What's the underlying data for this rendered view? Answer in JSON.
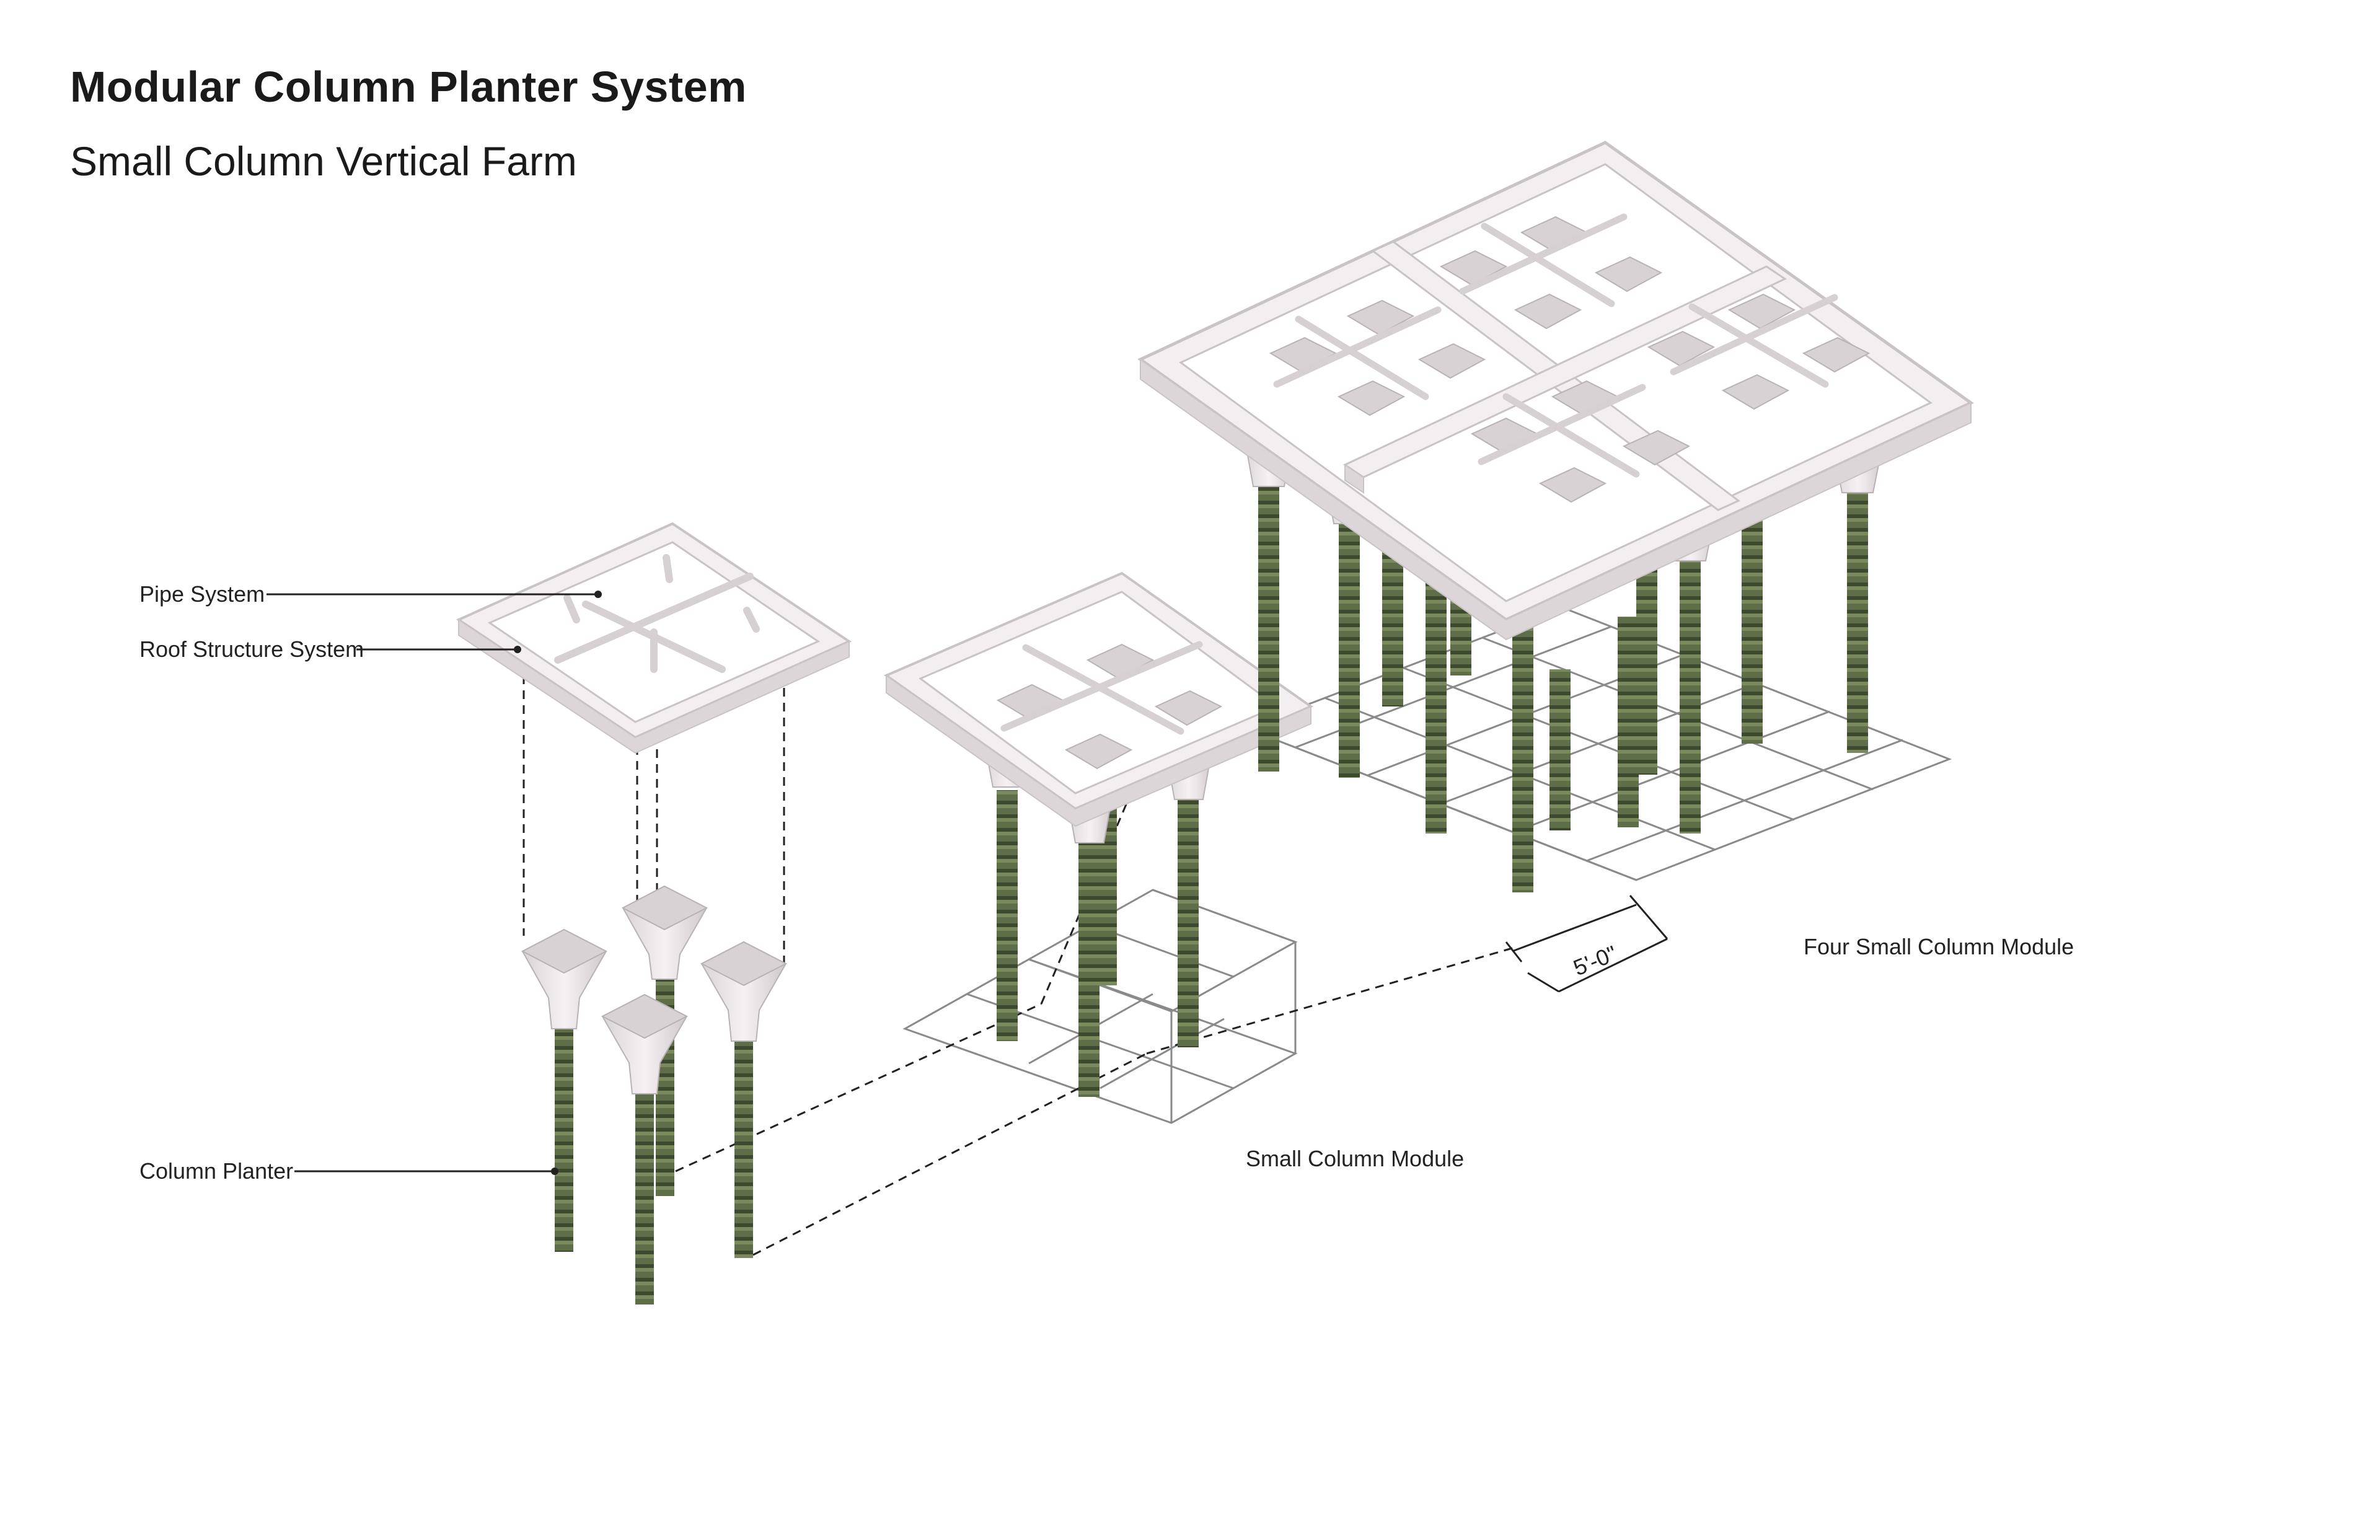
{
  "header": {
    "title": "Modular Column Planter System",
    "subtitle": "Small Column Vertical Farm"
  },
  "callouts": {
    "pipe_system": "Pipe System",
    "roof_structure_system": "Roof Structure System",
    "column_planter": "Column Planter"
  },
  "module_labels": {
    "small_module": "Small Column Module",
    "four_module": "Four Small Column Module"
  },
  "dimension": {
    "grid_spacing": "5'-0\""
  },
  "colors": {
    "roof": "#f3eff0",
    "roof_edge": "#c9c3c5",
    "column_green": "#5e6e48",
    "column_dark": "#3d4a2e",
    "planter_cup": "#ece7e8",
    "grid_line": "#8a8a8a"
  }
}
